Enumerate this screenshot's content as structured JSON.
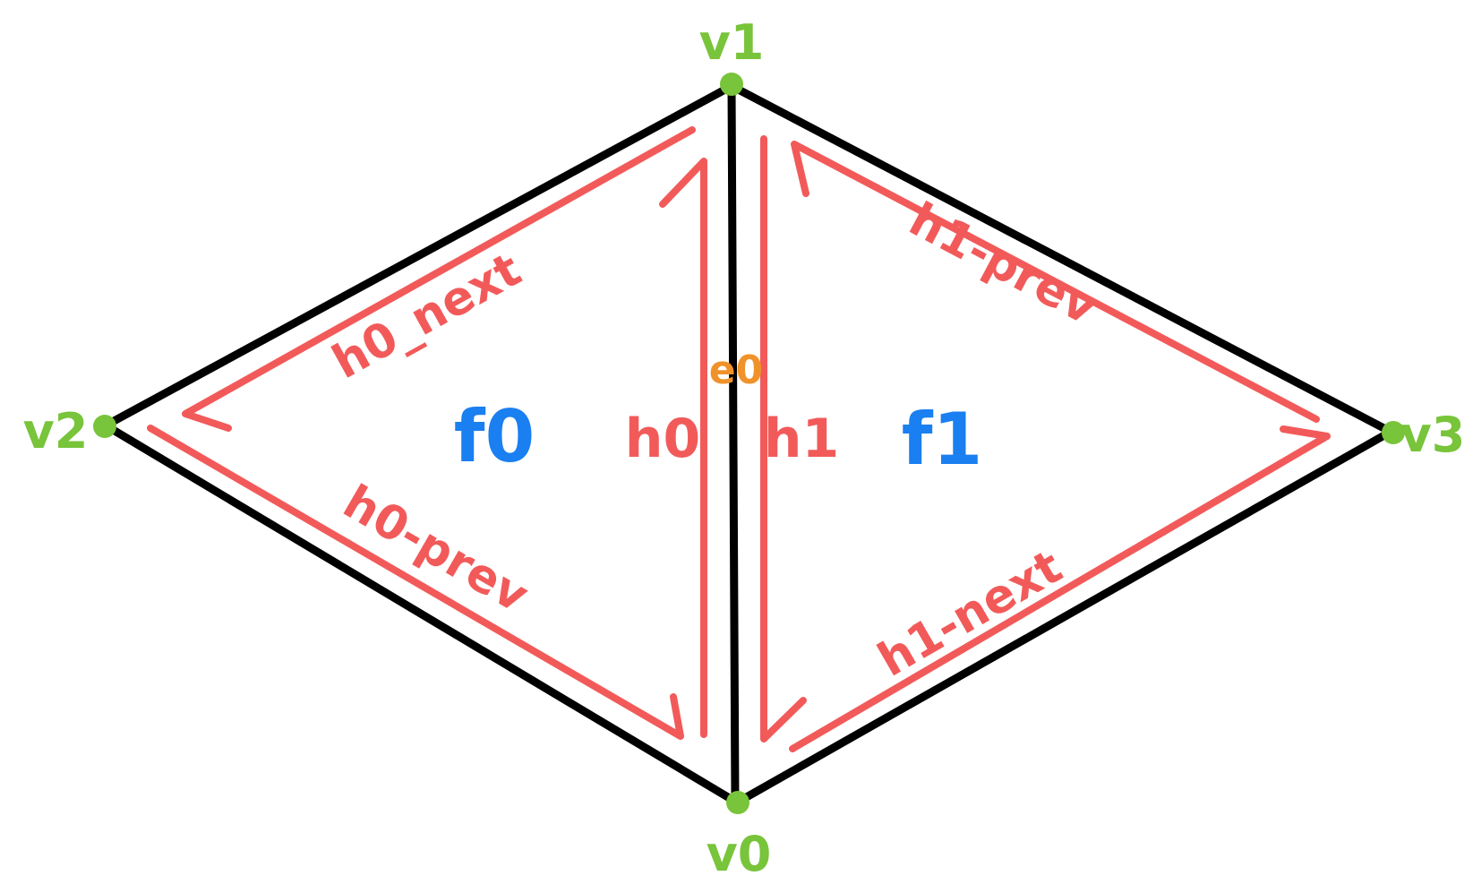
{
  "colors": {
    "edge": "#000000",
    "half_edge": "#f25a5a",
    "vertex": "#78c43a",
    "face": "#1a7ff0",
    "edge_label": "#f0922a"
  },
  "vertices": [
    {
      "label": "v1"
    },
    {
      "label": "v2"
    },
    {
      "label": "v3"
    },
    {
      "label": "v0"
    }
  ],
  "faces": [
    {
      "label": "f0"
    },
    {
      "label": "f1"
    }
  ],
  "edges": [
    {
      "label": "e0"
    }
  ],
  "half_edges": [
    {
      "label": "h0"
    },
    {
      "label": "h1"
    },
    {
      "label": "h0_next"
    },
    {
      "label": "h0-prev"
    },
    {
      "label": "h1-prev"
    },
    {
      "label": "h1-next"
    }
  ]
}
